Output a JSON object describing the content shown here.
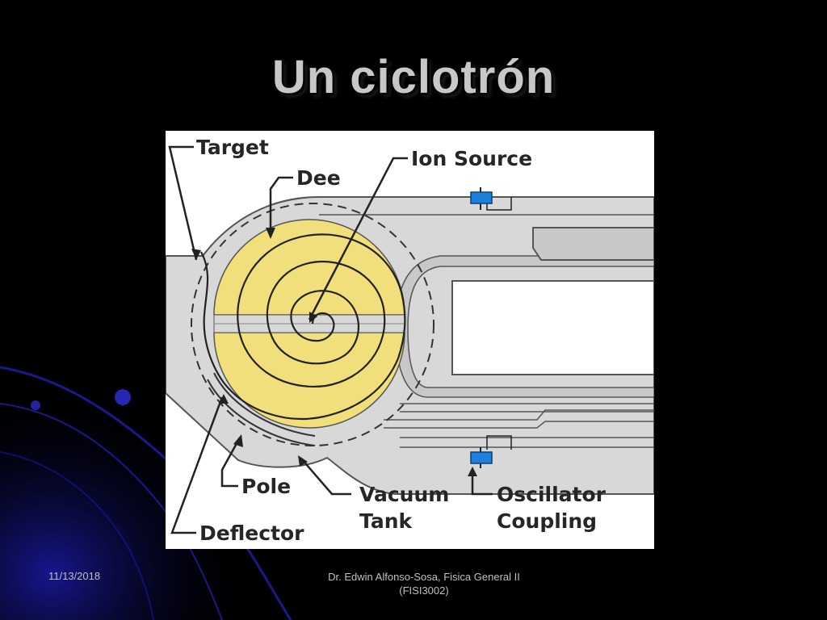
{
  "slide": {
    "title": "Un ciclotrón"
  },
  "diagram": {
    "labels": {
      "target": "Target",
      "dee": "Dee",
      "ion_source": "Ion Source",
      "pole": "Pole",
      "vacuum_line1": "Vacuum",
      "vacuum_line2": "Tank",
      "oscillator_line1": "Oscillator",
      "oscillator_line2": "Coupling",
      "deflector": "Deflector"
    },
    "colors": {
      "dee_fill": "#f1df7c",
      "tank_gray": "#d8d8d8",
      "coupling_blue": "#1f7fdc"
    }
  },
  "footer": {
    "date": "11/13/2018",
    "credit_line1": "Dr. Edwin Alfonso-Sosa, Fisica General II",
    "credit_line2": "(FISI3002)"
  }
}
